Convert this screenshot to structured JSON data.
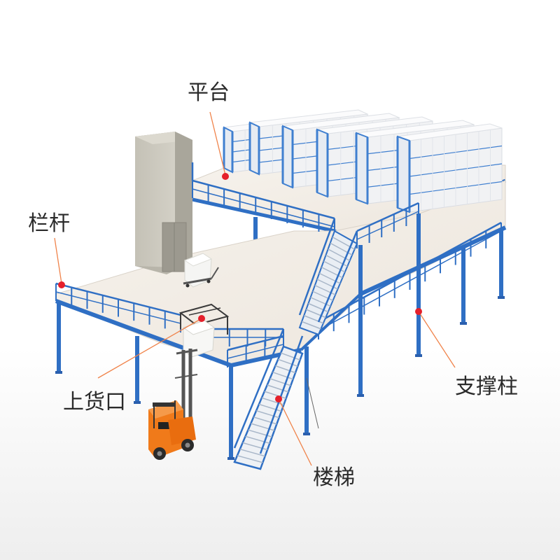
{
  "callouts": {
    "platform": "平台",
    "railing": "栏杆",
    "loading_port": "上货口",
    "support_column": "支撑柱",
    "staircase": "楼梯"
  },
  "colors": {
    "steel_blue": "#2f6fc4",
    "floor": "#f1ece6",
    "rack_blue": "#3f7fd0",
    "rack_box": "#f4f5f7",
    "elevator": "#c9c6bb",
    "forklift": "#f07a1a",
    "callout_dot": "#e5202b",
    "callout_line": "#f0834a"
  }
}
